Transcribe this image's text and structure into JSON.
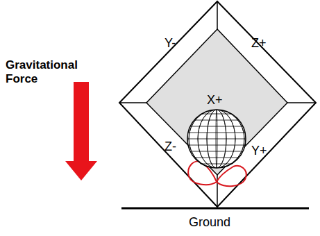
{
  "diagram": {
    "labels": [
      "Gravitational Force",
      "Y-",
      "Z+",
      "X+",
      "Z-",
      "Y+",
      "Ground"
    ]
  }
}
